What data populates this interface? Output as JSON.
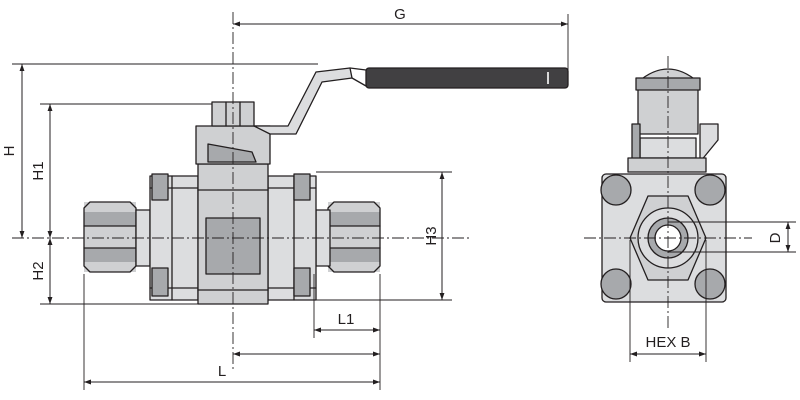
{
  "labels": {
    "G": "G",
    "H": "H",
    "H1": "H1",
    "H2": "H2",
    "H3": "H3",
    "L1": "L1",
    "L": "L",
    "D": "D",
    "hex_b": "HEX B"
  },
  "colors": {
    "line": "#231f20",
    "shade_dark": "#a7a9ac",
    "shade_mid": "#cfd0d2",
    "shade_light": "#dcdddf",
    "handle": "#414042"
  }
}
